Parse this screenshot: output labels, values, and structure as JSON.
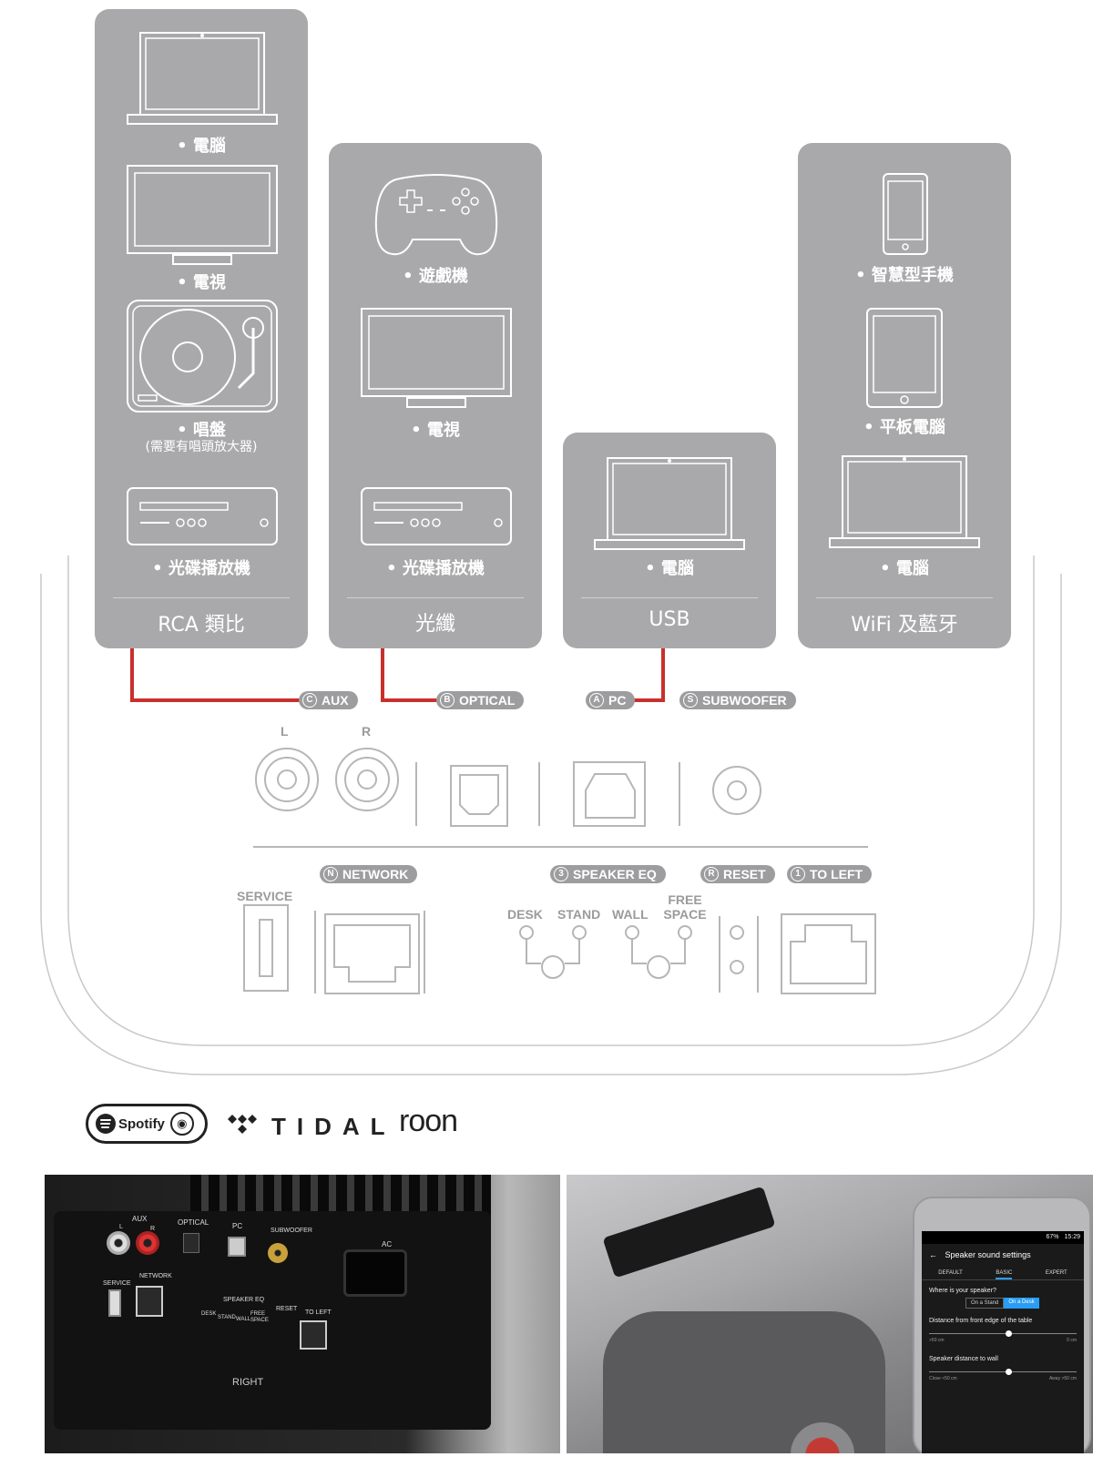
{
  "cards": [
    {
      "title": "RCA 類比",
      "devices": [
        {
          "icon": "laptop-icon",
          "label": "• 電腦"
        },
        {
          "icon": "tv-icon",
          "label": "• 電視"
        },
        {
          "icon": "turntable-icon",
          "label": "• 唱盤",
          "sublabel": "(需要有唱頭放大器)"
        },
        {
          "icon": "cd-player-icon",
          "label": "• 光碟播放機"
        }
      ]
    },
    {
      "title": "光纖",
      "devices": [
        {
          "icon": "gamepad-icon",
          "label": "• 遊戲機"
        },
        {
          "icon": "tv-icon",
          "label": "• 電視"
        },
        {
          "icon": "cd-player-icon",
          "label": "• 光碟播放機"
        }
      ]
    },
    {
      "title": "USB",
      "devices": [
        {
          "icon": "laptop-icon",
          "label": "• 電腦"
        }
      ]
    },
    {
      "title": "WiFi 及藍牙",
      "devices": [
        {
          "icon": "smartphone-icon",
          "label": "• 智慧型手機"
        },
        {
          "icon": "tablet-icon",
          "label": "• 平板電腦"
        },
        {
          "icon": "laptop-icon",
          "label": "• 電腦"
        }
      ]
    }
  ],
  "ports_top": [
    {
      "letter": "C",
      "label": "AUX"
    },
    {
      "letter": "B",
      "label": "OPTICAL"
    },
    {
      "letter": "A",
      "label": "PC"
    },
    {
      "letter": "S",
      "label": "SUBWOOFER"
    }
  ],
  "rca_labels": {
    "left": "L",
    "right": "R"
  },
  "ports_bottom": [
    {
      "letter": "N",
      "label": "NETWORK"
    },
    {
      "letter": "3",
      "label": "SPEAKER EQ"
    },
    {
      "letter": "R",
      "label": "RESET"
    },
    {
      "letter": "1",
      "label": "TO LEFT"
    }
  ],
  "service_label": "SERVICE",
  "eq_labels": {
    "desk": "DESK",
    "stand": "STAND",
    "wall": "WALL",
    "free_space": "FREE SPACE"
  },
  "logos": {
    "spotify": "Spotify",
    "tidal": "TIDAL",
    "roon": "roon"
  },
  "photo1": {
    "ports": [
      "AUX",
      "OPTICAL",
      "PC",
      "SUBWOOFER",
      "AC",
      "NETWORK",
      "SPEAKER EQ",
      "RESET",
      "TO LEFT"
    ],
    "service": "SERVICE",
    "eq": [
      "DESK",
      "STAND",
      "WALL",
      "FREE SPACE"
    ],
    "rca": [
      "L",
      "R"
    ],
    "side": "RIGHT"
  },
  "phone": {
    "time": "15:29",
    "battery": "67%",
    "title": "Speaker sound settings",
    "tabs": [
      "DEFAULT",
      "BASIC",
      "EXPERT"
    ],
    "q1": "Where is your speaker?",
    "opt1": "On a Stand",
    "opt2": "On a Desk",
    "q2": "Distance from front edge of the table",
    "q2_left": ">50 cm",
    "q2_right": "0 cm",
    "q3": "Speaker distance to wall",
    "q3_left": "Close <50 cm",
    "q3_right": "Away >50 cm"
  },
  "colors": {
    "card": "#a9a9ab",
    "cable": "#c8302c",
    "pill": "#9d9d9f",
    "outline": "#bdbdbf"
  }
}
